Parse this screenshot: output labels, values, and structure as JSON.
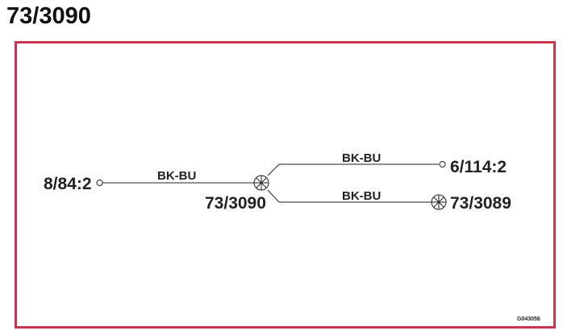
{
  "title": "73/3090",
  "colors": {
    "frame": "#c8354f",
    "line": "#222222"
  },
  "nodes": {
    "left_connector": "8/84:2",
    "central_splice": "73/3090",
    "upper_right_connector": "6/114:2",
    "lower_right_splice": "73/3089"
  },
  "wires": {
    "left": "BK-BU",
    "upper_right": "BK-BU",
    "lower_right": "BK-BU"
  },
  "icons": {
    "connector": "open-circle-icon",
    "splice": "circled-star-icon"
  },
  "reference_code": "G043056"
}
